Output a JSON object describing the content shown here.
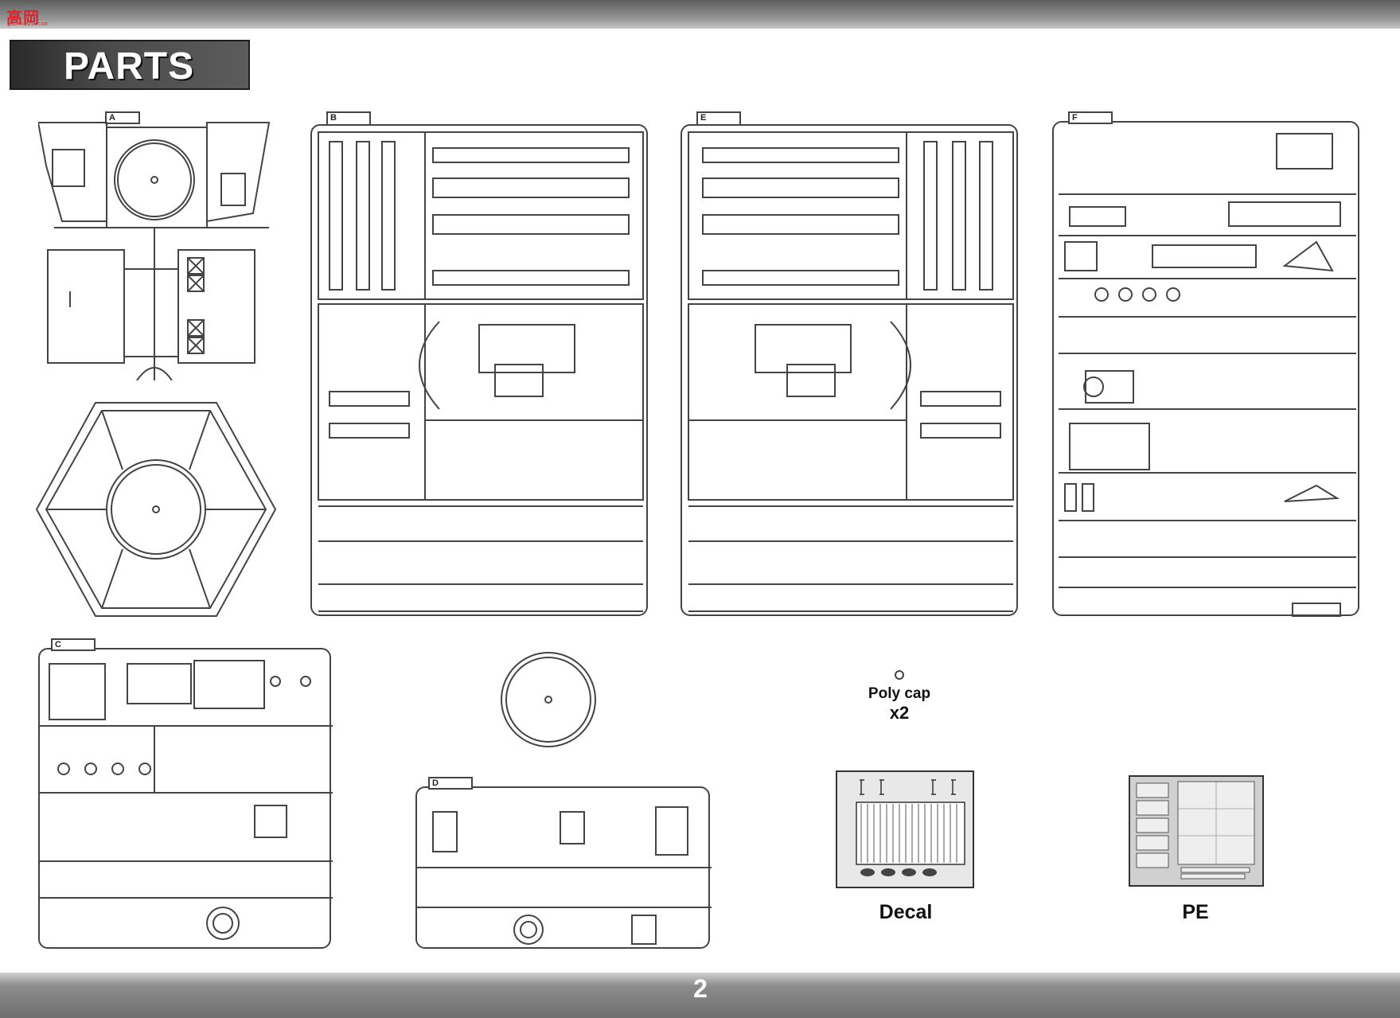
{
  "header": {
    "logo_text": "高岡",
    "logo_sub": "gao-news.com",
    "title": "PARTS"
  },
  "sprues": [
    {
      "id": "A",
      "label": "A"
    },
    {
      "id": "B",
      "label": "B"
    },
    {
      "id": "E",
      "label": "E"
    },
    {
      "id": "F",
      "label": "F"
    },
    {
      "id": "C",
      "label": "C"
    },
    {
      "id": "D",
      "label": "D"
    }
  ],
  "extras": {
    "poly_cap_label": "Poly cap",
    "poly_cap_qty": "x2",
    "decal_label": "Decal",
    "pe_label": "PE"
  },
  "footer": {
    "page_number": "2"
  }
}
